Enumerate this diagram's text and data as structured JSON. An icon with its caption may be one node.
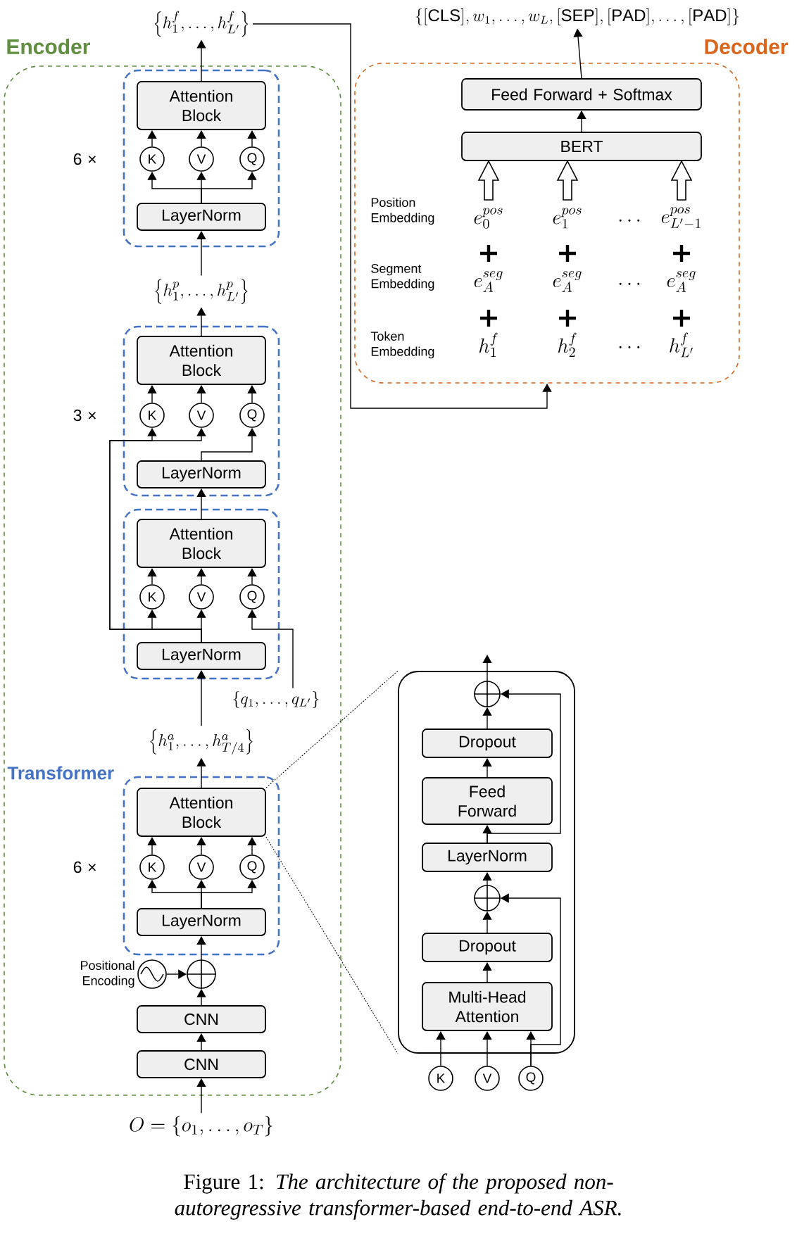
{
  "diagram": {
    "nodes": [
      {
        "text": [
          "Encoder"
        ]
      },
      {
        "text": [
          "Decoder"
        ]
      },
      {
        "text": [],
        "shape": "box",
        "in": 0,
        "beside": [
          "6 ×"
        ]
      },
      {
        "text": [
          "Attention Block"
        ],
        "in": 2
      },
      {
        "text": [
          "K"
        ],
        "in": 2
      },
      {
        "text": [
          "V"
        ],
        "in": 2
      },
      {
        "text": [
          "Q"
        ],
        "in": 2
      },
      {
        "text": [
          "LayerNorm"
        ],
        "in": 2
      },
      {
        "text": [],
        "shape": "box",
        "in": 0,
        "beside": [
          "3 ×"
        ]
      },
      {
        "text": [
          "Attention Block"
        ],
        "in": 8
      },
      {
        "text": [
          "K"
        ],
        "in": 8
      },
      {
        "text": [
          "V"
        ],
        "in": 8
      },
      {
        "text": [
          "Q"
        ],
        "in": 8
      },
      {
        "text": [
          "LayerNorm"
        ],
        "in": 8
      },
      {
        "text": [],
        "shape": "box",
        "in": 0
      },
      {
        "text": [
          "Attention Block"
        ],
        "in": 14
      },
      {
        "text": [
          "K"
        ],
        "in": 14
      },
      {
        "text": [
          "V"
        ],
        "in": 14
      },
      {
        "text": [
          "Q"
        ],
        "in": 14
      },
      {
        "text": [
          "LayerNorm"
        ],
        "in": 14
      },
      {
        "text": [
          "Transformer"
        ],
        "in": 0,
        "beside": [
          "6 ×"
        ]
      },
      {
        "text": [
          "Attention Block"
        ],
        "in": 20
      },
      {
        "text": [
          "K"
        ],
        "in": 20
      },
      {
        "text": [
          "V"
        ],
        "in": 20
      },
      {
        "text": [
          "Q"
        ],
        "in": 20
      },
      {
        "text": [
          "LayerNorm"
        ],
        "in": 20
      },
      {
        "text": [],
        "shape": "circle",
        "in": 0
      },
      {
        "text": [],
        "shape": "circle",
        "in": 0,
        "beside": [
          "Positional Encoding"
        ]
      },
      {
        "text": [
          "CNN"
        ],
        "in": 0
      },
      {
        "text": [
          "CNN"
        ],
        "in": 0
      },
      {
        "text": [
          "\\left\\{h_1^f,\\dots,h_{L'}^f\\right\\}"
        ]
      },
      {
        "text": [
          "\\left\\{h_1^p,\\dots,h_{L'}^p\\right\\}"
        ],
        "in": 0
      },
      {
        "text": [
          "\\{q_1,\\dots,q_{L'}\\}"
        ],
        "in": 0
      },
      {
        "text": [
          "\\left\\{h_1^a,\\dots,h_{T/4}^a\\right\\}"
        ],
        "in": 0
      },
      {
        "text": [
          "O=\\{o_1,\\dots,o_T\\}"
        ]
      },
      {
        "text": [
          "Feed Forward + Softmax"
        ],
        "in": 1
      },
      {
        "text": [
          "BERT"
        ],
        "in": 1
      },
      {
        "text": [
          "\\{[\\mathrm{CLS}],w_1,\\dots,w_L,[\\mathrm{SEP}],[\\mathrm{PAD}],\\dots,[\\mathrm{PAD}]\\}"
        ]
      },
      {
        "text": [],
        "shape": "box"
      },
      {
        "text": [],
        "shape": "circle",
        "in": 38
      },
      {
        "text": [
          "Dropout"
        ],
        "in": 38
      },
      {
        "text": [
          "Feed Forward"
        ],
        "in": 38
      },
      {
        "text": [
          "LayerNorm"
        ],
        "in": 38
      },
      {
        "text": [],
        "shape": "circle",
        "in": 38
      },
      {
        "text": [
          "Dropout"
        ],
        "in": 38
      },
      {
        "text": [
          "Multi-Head Attention"
        ],
        "in": 38
      },
      {
        "text": [
          "K"
        ]
      },
      {
        "text": [
          "V"
        ]
      },
      {
        "text": [
          "Q"
        ]
      }
    ],
    "edges": [
      {
        "from": 34,
        "to": 29,
        "arrow": "to"
      },
      {
        "from": 29,
        "to": 28,
        "arrow": "to"
      },
      {
        "from": 28,
        "to": 26,
        "arrow": "to"
      },
      {
        "from": 27,
        "to": 26,
        "arrow": "to"
      },
      {
        "from": 26,
        "to": 25,
        "arrow": "to"
      },
      {
        "from": 25,
        "to": 22,
        "arrow": "to"
      },
      {
        "from": 25,
        "to": 23,
        "arrow": "to"
      },
      {
        "from": 25,
        "to": 24,
        "arrow": "to"
      },
      {
        "from": 22,
        "to": 21,
        "arrow": "to"
      },
      {
        "from": 23,
        "to": 21,
        "arrow": "to"
      },
      {
        "from": 24,
        "to": 21,
        "arrow": "to"
      },
      {
        "from": 21,
        "to": 33,
        "arrow": "to"
      },
      {
        "from": 33,
        "to": 19,
        "arrow": "to"
      },
      {
        "from": 19,
        "to": 16,
        "arrow": "to"
      },
      {
        "from": 19,
        "to": 17,
        "arrow": "to"
      },
      {
        "from": 32,
        "to": 18,
        "arrow": "to"
      },
      {
        "from": 19,
        "to": 10,
        "arrow": "to"
      },
      {
        "from": 19,
        "to": 11,
        "arrow": "to"
      },
      {
        "from": 13,
        "to": 12,
        "arrow": "to"
      },
      {
        "from": 16,
        "to": 15,
        "arrow": "to"
      },
      {
        "from": 17,
        "to": 15,
        "arrow": "to"
      },
      {
        "from": 18,
        "to": 15,
        "arrow": "to"
      },
      {
        "from": 15,
        "to": 13,
        "arrow": "to"
      },
      {
        "from": 10,
        "to": 9,
        "arrow": "to"
      },
      {
        "from": 11,
        "to": 9,
        "arrow": "to"
      },
      {
        "from": 12,
        "to": 9,
        "arrow": "to"
      },
      {
        "from": 9,
        "to": 31,
        "arrow": "to"
      },
      {
        "from": 31,
        "to": 7,
        "arrow": "to"
      },
      {
        "from": 7,
        "to": 4,
        "arrow": "to"
      },
      {
        "from": 7,
        "to": 5,
        "arrow": "to"
      },
      {
        "from": 7,
        "to": 6,
        "arrow": "to"
      },
      {
        "from": 4,
        "to": 3,
        "arrow": "to"
      },
      {
        "from": 5,
        "to": 3,
        "arrow": "to"
      },
      {
        "from": 6,
        "to": 3,
        "arrow": "to"
      },
      {
        "from": 3,
        "to": 30,
        "arrow": "to"
      },
      {
        "from": 30,
        "to": 1,
        "arrow": "to"
      },
      {
        "from": 36,
        "to": 35,
        "arrow": "to"
      },
      {
        "from": 35,
        "to": 37,
        "arrow": "to"
      },
      {
        "from": 46,
        "to": 45,
        "arrow": "to"
      },
      {
        "from": 47,
        "to": 45,
        "arrow": "to"
      },
      {
        "from": 48,
        "to": 45,
        "arrow": "to"
      },
      {
        "from": 48,
        "to": 43,
        "arrow": "to"
      },
      {
        "from": 45,
        "to": 44,
        "arrow": "to"
      },
      {
        "from": 44,
        "to": 43,
        "arrow": "to"
      },
      {
        "from": 43,
        "to": 42,
        "arrow": "to"
      },
      {
        "from": 42,
        "to": 41,
        "arrow": "to"
      },
      {
        "from": 42,
        "to": 39,
        "arrow": "to"
      },
      {
        "from": 41,
        "to": 40,
        "arrow": "to"
      },
      {
        "from": 40,
        "to": 39,
        "arrow": "to"
      },
      {
        "from": 39,
        "to": null,
        "arrow": "to"
      },
      {
        "from": 21,
        "to": 38,
        "arrow": "none",
        "style": "dashed"
      },
      {
        "from": 21,
        "to": 38,
        "arrow": "none",
        "style": "dashed"
      },
      {
        "from": null,
        "to": 36,
        "arrow": "to"
      },
      {
        "from": null,
        "to": 36,
        "arrow": "to"
      },
      {
        "from": null,
        "to": 36,
        "arrow": "to"
      }
    ],
    "labels": [
      "Position Embedding",
      "e_0^{pos}",
      "e_1^{pos}",
      "\\cdots",
      "e_{L'-1}^{pos}",
      "Segment Embedding",
      "e_A^{seg}",
      "e_A^{seg}",
      "\\cdots",
      "e_A^{seg}",
      "Token Embedding",
      "h_1^f",
      "h_2^f",
      "\\cdots",
      "h_{L'}^f"
    ],
    "caption": "Figure 1: *The architecture of the proposed non-autoregressive transformer-based end-to-end ASR.*"
  }
}
